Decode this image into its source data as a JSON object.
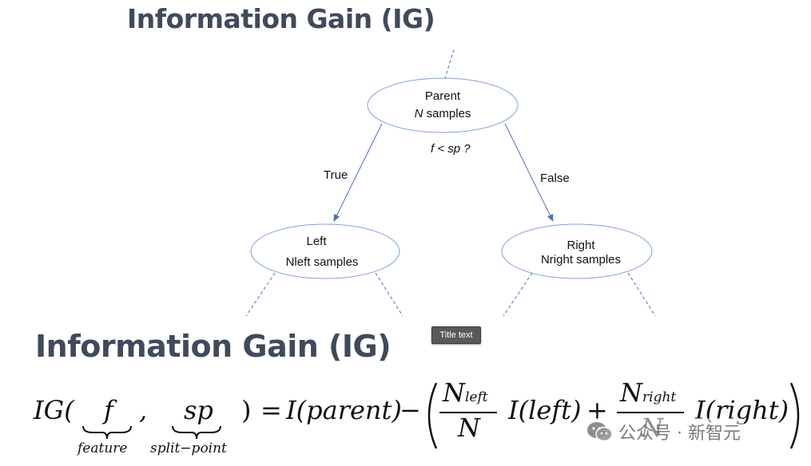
{
  "titles": {
    "top": "Information Gain (IG)",
    "bottom": "Information Gain (IG)"
  },
  "tree": {
    "parent": {
      "line1": "Parent",
      "line2_var": "N",
      "line2_rest": " samples"
    },
    "split_question": "f < sp ?",
    "left": {
      "line1": "Left",
      "line2": "Nleft samples"
    },
    "right": {
      "line1": "Right",
      "line2": "Nright samples"
    },
    "true_label": "True",
    "false_label": "False"
  },
  "tooltip": "Title text",
  "formula": {
    "lhs_fn": "IG(",
    "arg1": "f",
    "comma": ",",
    "arg2": "sp",
    "close_paren": ")",
    "equals": "=",
    "term1": "I(parent)",
    "minus": "−",
    "frac1_num_var": "N",
    "frac1_num_sub": "left",
    "frac1_den": "N",
    "term2": "I(left)",
    "plus": "+",
    "frac2_num_var": "N",
    "frac2_num_sub": "right",
    "frac2_den": "N",
    "term3": "I(right)",
    "brace1_label": "feature",
    "brace2_label": "split−point"
  },
  "watermark": {
    "icon": "wechat-icon",
    "text": "公众号 · 新智元"
  }
}
